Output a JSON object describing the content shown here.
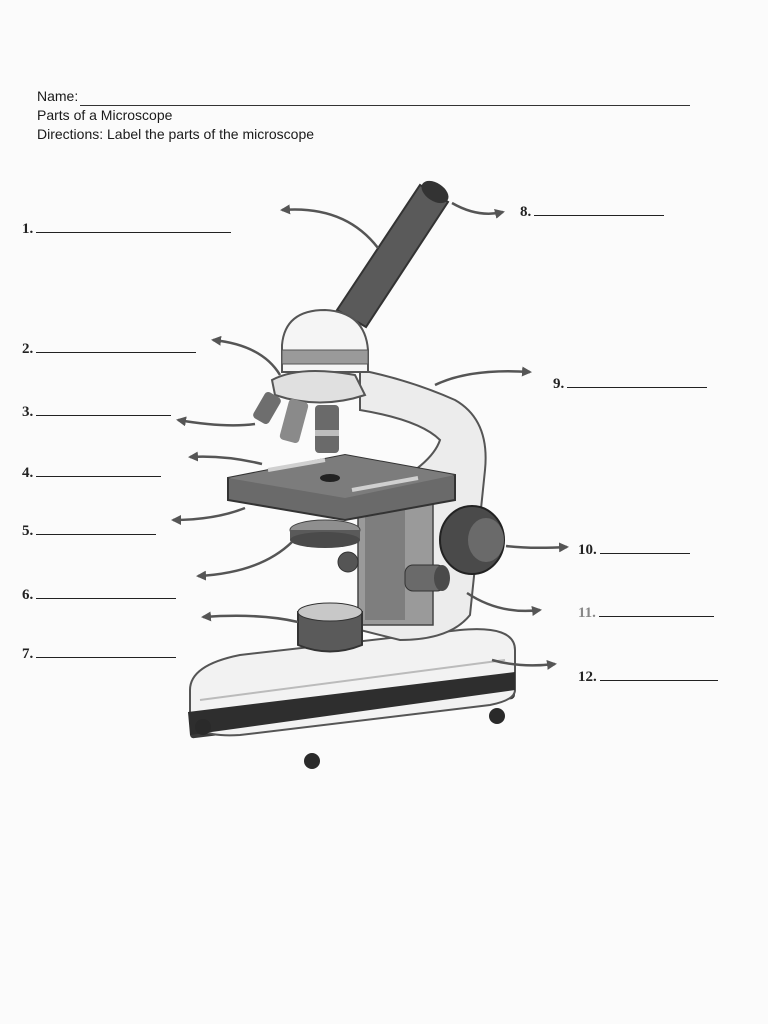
{
  "header": {
    "name_label": "Name:",
    "title": "Parts of a Microscope",
    "directions": "Directions: Label the parts of the microscope"
  },
  "labels": [
    {
      "number": "1."
    },
    {
      "number": "2."
    },
    {
      "number": "3."
    },
    {
      "number": "4."
    },
    {
      "number": "5."
    },
    {
      "number": "6."
    },
    {
      "number": "7."
    },
    {
      "number": "8."
    },
    {
      "number": "9."
    },
    {
      "number": "10."
    },
    {
      "number": "11."
    },
    {
      "number": "12."
    }
  ],
  "colors": {
    "ink": "#1a1a1a",
    "scope_dark": "#4a4a4a",
    "scope_mid": "#8a8a8a",
    "scope_light": "#e8e8e8",
    "arrow": "#555555"
  }
}
